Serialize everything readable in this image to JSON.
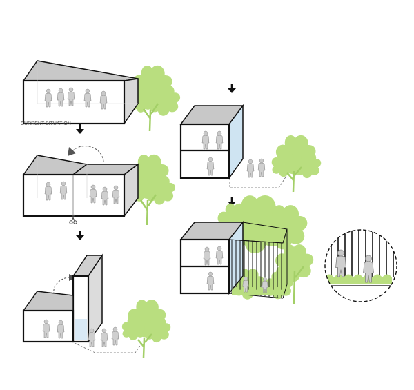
{
  "caption": {
    "current_situation": "CURRENT SITUATION"
  },
  "icons": {
    "step_arrow": "arrow-down",
    "rotate": "curved-dashed-arrow",
    "cut": "scissors",
    "magnify": "detail-circle"
  },
  "colors": {
    "roof": "#c8c8c8",
    "side": "#d8d8d8",
    "glass": "#cfe4f2",
    "foliage": "#b9de7f",
    "foliage_dark": "#a3cf67",
    "outline": "#111111",
    "figure": "#c9c9c9"
  }
}
